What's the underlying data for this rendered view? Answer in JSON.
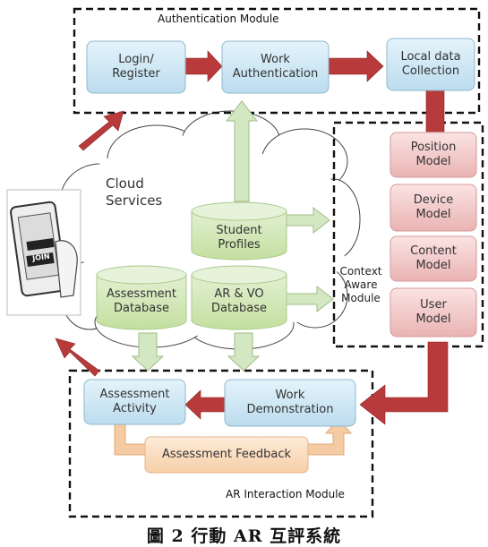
{
  "modules": {
    "authentication": "Authentication Module",
    "context_aware": "Context\nAware\nModule",
    "ar_interaction": "AR Interaction Module"
  },
  "cloud": {
    "label": "Cloud\nServices"
  },
  "auth_boxes": {
    "login": "Login/\nRegister",
    "work_auth": "Work\nAuthentication",
    "local_data": "Local data\nCollection"
  },
  "context_models": {
    "position": "Position\nModel",
    "device": "Device\nModel",
    "content": "Content\nModel",
    "user": "User\nModel"
  },
  "databases": {
    "student_profiles": "Student\nProfiles",
    "assessment_db": "Assessment\nDatabase",
    "ar_vo_db": "AR & VO\nDatabase"
  },
  "ar_boxes": {
    "assessment_activity": "Assessment\nActivity",
    "work_demo": "Work\nDemonstration",
    "assessment_feedback": "Assessment Feedback"
  },
  "phone": {
    "sign_text": "JOIN"
  },
  "caption": "圖 2 行動 AR 互評系統",
  "colors": {
    "blue_box": "#cfe8f5",
    "red_model": "#f2c9c9",
    "green_db": "#cfe6b4",
    "orange_box": "#fbe0c4",
    "red_arrow": "#b83a3a",
    "green_arrow": "#cfe3bf",
    "orange_arrow": "#f3c29a"
  }
}
